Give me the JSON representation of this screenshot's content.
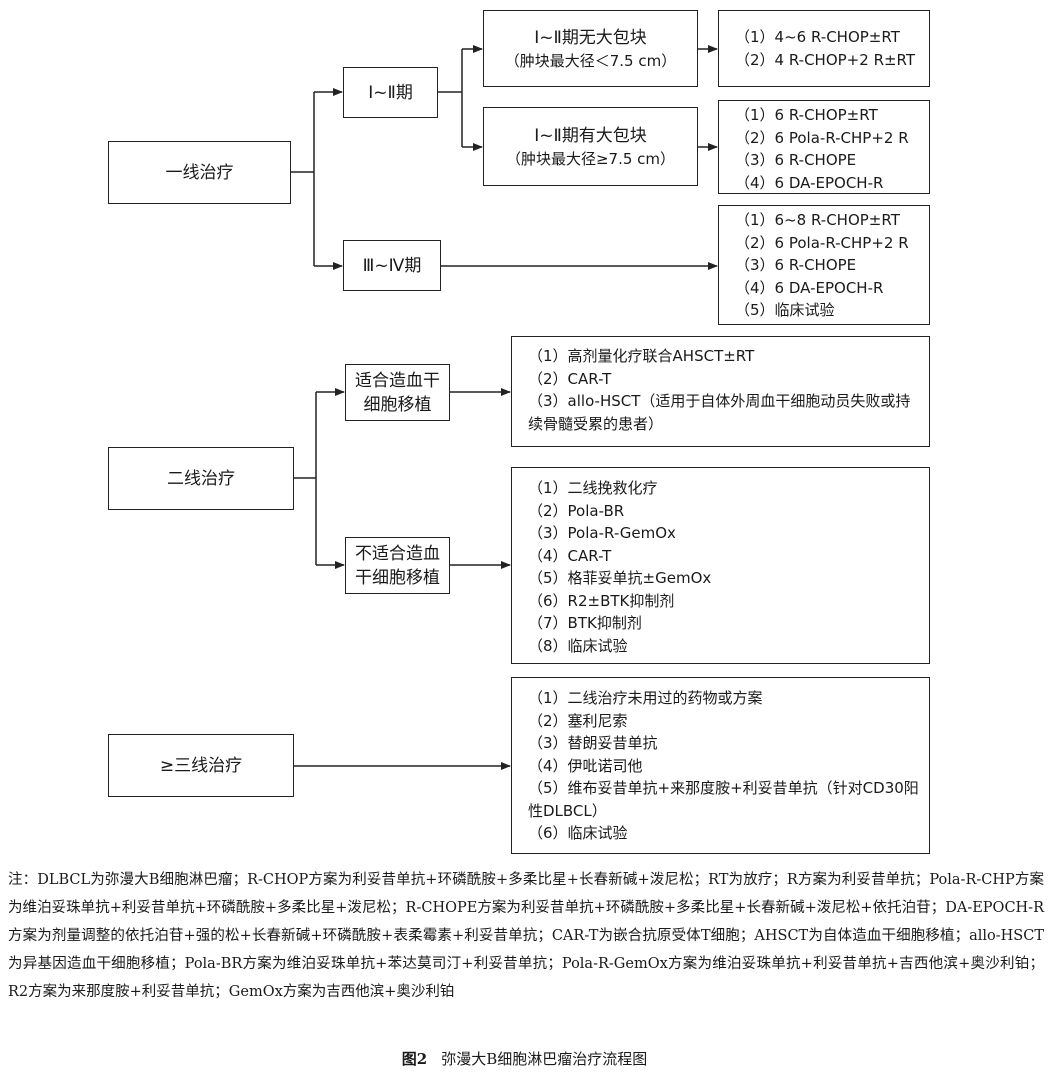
{
  "first_line": {
    "label": "一线治疗",
    "stage_early": {
      "label": "Ⅰ~Ⅱ期",
      "no_bulky": {
        "title": "Ⅰ~Ⅱ期无大包块",
        "subtitle": "（肿块最大径＜7.5 cm）",
        "options": [
          "（1）4~6 R-CHOP±RT",
          "（2）4 R-CHOP+2 R±RT"
        ]
      },
      "bulky": {
        "title": "Ⅰ~Ⅱ期有大包块",
        "subtitle": "（肿块最大径≥7.5 cm）",
        "options": [
          "（1）6 R-CHOP±RT",
          "（2）6 Pola-R-CHP+2 R",
          "（3）6 R-CHOPE",
          "（4）6 DA-EPOCH-R"
        ]
      }
    },
    "stage_late": {
      "label": "Ⅲ~Ⅳ期",
      "options": [
        "（1）6~8 R-CHOP±RT",
        "（2）6 Pola-R-CHP+2 R",
        "（3）6 R-CHOPE",
        "（4）6 DA-EPOCH-R",
        "（5）临床试验"
      ]
    }
  },
  "second_line": {
    "label": "二线治疗",
    "eligible": {
      "label_line1": "适合造血干",
      "label_line2": "细胞移植",
      "options": [
        "（1）高剂量化疗联合AHSCT±RT",
        "（2）CAR-T",
        "（3）allo-HSCT（适用于自体外周血干细胞动员失败或持续骨髓受累的患者）"
      ]
    },
    "ineligible": {
      "label_line1": "不适合造血",
      "label_line2": "干细胞移植",
      "options": [
        "（1）二线挽救化疗",
        "（2）Pola-BR",
        "（3）Pola-R-GemOx",
        "（4）CAR-T",
        "（5）格菲妥单抗±GemOx",
        "（6）R2±BTK抑制剂",
        "（7）BTK抑制剂",
        "（8）临床试验"
      ]
    }
  },
  "third_line": {
    "label": "≥三线治疗",
    "options": [
      "（1）二线治疗未用过的药物或方案",
      "（2）塞利尼索",
      "（3）替朗妥昔单抗",
      "（4）伊吡诺司他",
      "（5）维布妥昔单抗+来那度胺+利妥昔单抗（针对CD30阳性DLBCL）",
      "（6）临床试验"
    ]
  },
  "note": "注：DLBCL为弥漫大B细胞淋巴瘤；R-CHOP方案为利妥昔单抗+环磷酰胺+多柔比星+长春新碱+泼尼松；RT为放疗；R方案为利妥昔单抗；Pola-R-CHP方案为维泊妥珠单抗+利妥昔单抗+环磷酰胺+多柔比星+泼尼松；R-CHOPE方案为利妥昔单抗+环磷酰胺+多柔比星+长春新碱+泼尼松+依托泊苷；DA-EPOCH-R方案为剂量调整的依托泊苷+强的松+长春新碱+环磷酰胺+表柔霉素+利妥昔单抗；CAR-T为嵌合抗原受体T细胞；AHSCT为自体造血干细胞移植；allo-HSCT为异基因造血干细胞移植；Pola-BR方案为维泊妥珠单抗+苯达莫司汀+利妥昔单抗；Pola-R-GemOx方案为维泊妥珠单抗+利妥昔单抗+吉西他滨+奥沙利铂；R2方案为来那度胺+利妥昔单抗；GemOx方案为吉西他滨+奥沙利铂",
  "caption": {
    "figure_no": "图2",
    "title": "弥漫大B细胞淋巴瘤治疗流程图"
  }
}
